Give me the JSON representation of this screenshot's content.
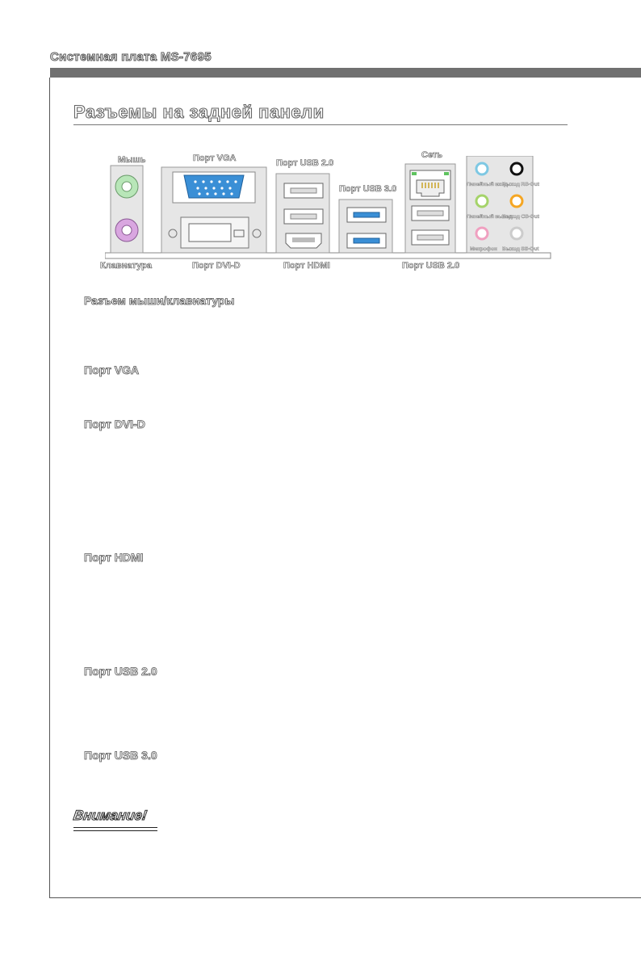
{
  "header": {
    "title": "Системная плата MS-7695"
  },
  "section": {
    "title": "Разъемы на задней панели"
  },
  "panel_labels": {
    "mouse": "Мышь",
    "vga": "Порт VGA",
    "usb20_top": "Порт USB 2.0",
    "usb30": "Порт USB 3.0",
    "lan": "Сеть",
    "keyboard": "Клавиатура",
    "dvi": "Порт DVI-D",
    "hdmi": "Порт HDMI",
    "usb20_bottom": "Порт USB 2.0"
  },
  "audio_labels": {
    "line_in": "Линейный вход",
    "rs_out": "Выход RS-Out",
    "line_out": "Линейный выход",
    "cs_out": "Выход CS-Out",
    "mic": "Микрофон",
    "ss_out": "Выход SS-Out"
  },
  "audio_colors": {
    "line_in": "#7ec8e3",
    "rs_out": "#111111",
    "line_out": "#a5d36a",
    "cs_out": "#f5a623",
    "mic": "#f0a0c0",
    "ss_out": "#cccccc"
  },
  "items": [
    "Разъем мыши/клавиатуры",
    "Порт VGA",
    "Порт DVI-D",
    "Порт HDMI",
    "Порт USB 2.0",
    "Порт USB 3.0"
  ],
  "note": {
    "title": "Внимание!"
  }
}
